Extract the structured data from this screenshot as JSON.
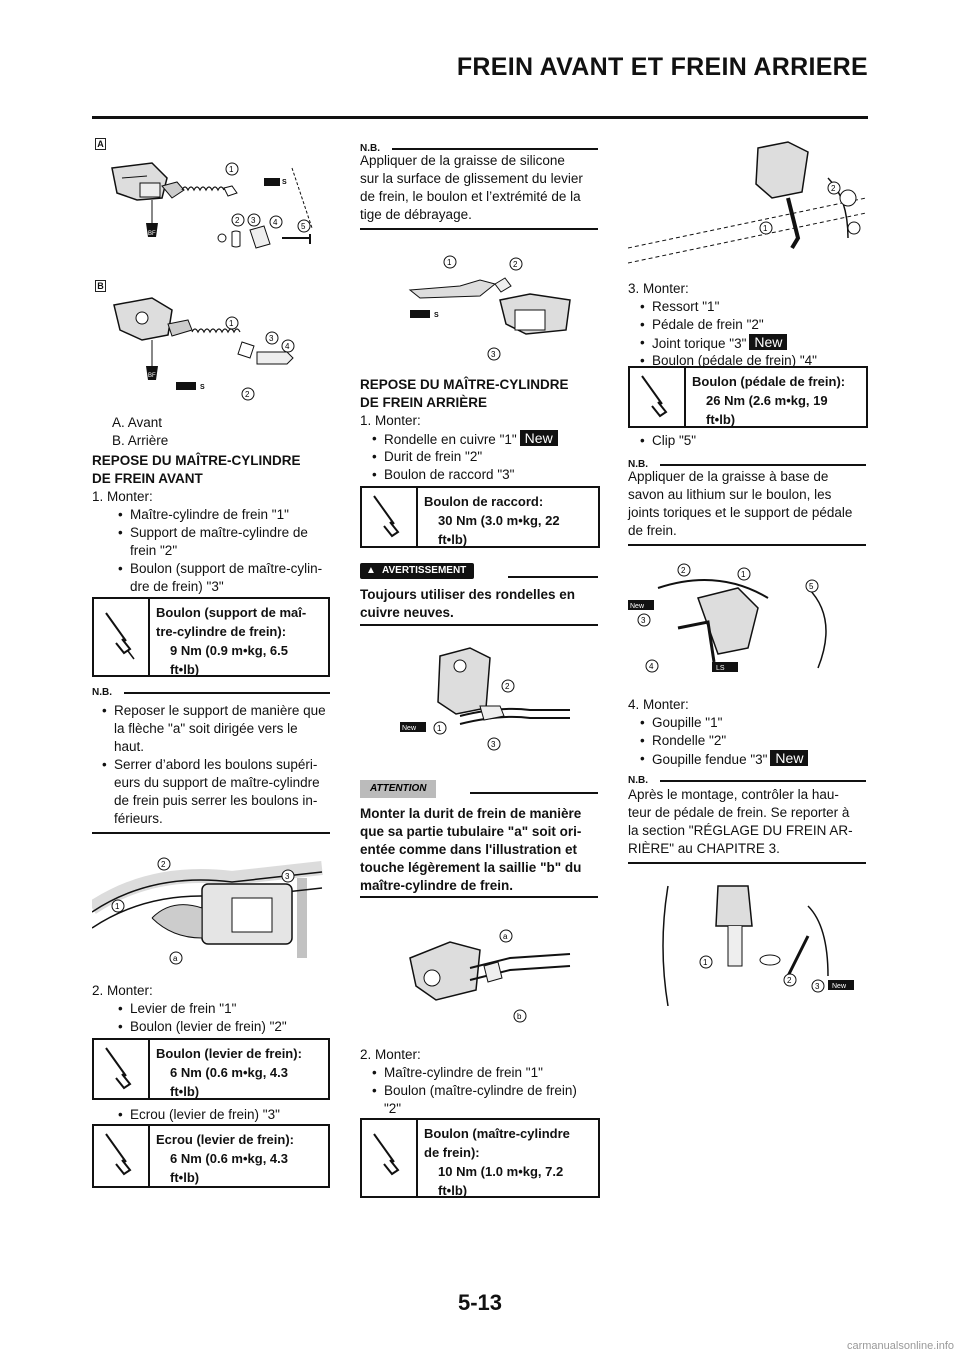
{
  "header": {
    "title": "FREIN AVANT ET FREIN ARRIERE"
  },
  "page_number": "5-13",
  "watermark": "carmanualsonline.info",
  "fig_letters": {
    "a": "A",
    "b": "B"
  },
  "col1": {
    "legend_a": "A.  Avant",
    "legend_b": "B.  Arrière",
    "heading": [
      "REPOSE DU MAÎTRE-CYLINDRE",
      "DE FREIN AVANT"
    ],
    "step1": "1.  Monter:",
    "step1_items": [
      "Maître-cylindre de frein \"1\"",
      "Support de maître-cylindre de",
      "frein \"2\"",
      "Boulon (support de maître-cylin-",
      "dre de frein) \"3\""
    ],
    "spec1": [
      "Boulon (support de maî-",
      "tre-cylindre de frein):",
      "9 Nm (0.9 m•kg, 6.5",
      "ft•lb)"
    ],
    "nb_label": "N.B.",
    "nb_items": [
      "Reposer le support de manière que",
      "la flèche \"a\" soit dirigée vers le",
      "haut.",
      "Serrer d’abord les boulons supéri-",
      "eurs du support de maître-cylindre",
      "de frein puis serrer les boulons in-",
      "férieurs."
    ],
    "step2": "2.  Monter:",
    "step2_items": [
      "Levier de frein \"1\"",
      "Boulon (levier de frein) \"2\""
    ],
    "spec2": [
      "Boulon (levier de frein):",
      "6 Nm (0.6 m•kg, 4.3",
      "ft•lb)"
    ],
    "step2_item3": "Ecrou (levier de frein) \"3\"",
    "spec3": [
      "Ecrou (levier de frein):",
      "6 Nm (0.6 m•kg, 4.3",
      "ft•lb)"
    ]
  },
  "col2": {
    "nb_label": "N.B.",
    "nb_text": [
      "Appliquer de la graisse de silicone",
      "sur la surface de glissement du levier",
      "de frein, le boulon et l’extrémité de la",
      "tige de débrayage."
    ],
    "heading": [
      "REPOSE DU MAÎTRE-CYLINDRE",
      "DE FREIN ARRIÈRE"
    ],
    "step1": "1.  Monter:",
    "step1_items": [
      "Rondelle en cuivre \"1\"",
      "Durit de frein \"2\"",
      "Boulon de raccord \"3\""
    ],
    "new": "New",
    "spec1": [
      "Boulon de raccord:",
      "30 Nm (3.0 m•kg, 22",
      "ft•lb)"
    ],
    "warning_label": "AVERTISSEMENT",
    "warning_text": [
      "Toujours utiliser des rondelles en",
      "cuivre neuves."
    ],
    "attention_label": "ATTENTION",
    "attention_text": [
      "Monter la durit de frein de manière",
      "que sa partie tubulaire \"a\" soit ori-",
      "entée comme dans l'illustration et",
      "touche légèrement la saillie \"b\" du",
      "maître-cylindre de frein."
    ],
    "step2": "2.  Monter:",
    "step2_items": [
      "Maître-cylindre de frein \"1\"",
      "Boulon (maître-cylindre de frein)",
      "\"2\""
    ],
    "spec2": [
      "Boulon (maître-cylindre",
      "de frein):",
      "10 Nm (1.0 m•kg, 7.2",
      "ft•lb)"
    ]
  },
  "col3": {
    "step3": "3.  Monter:",
    "step3_items": [
      "Ressort \"1\"",
      "Pédale de frein \"2\"",
      "Joint torique \"3\"",
      "Boulon (pédale de frein) \"4\""
    ],
    "new": "New",
    "spec1": [
      "Boulon (pédale de frein):",
      "26 Nm (2.6 m•kg, 19",
      "ft•lb)"
    ],
    "step3_item5": "Clip \"5\"",
    "nb_label": "N.B.",
    "nb_text": [
      "Appliquer de la graisse à base de",
      "savon au lithium sur le boulon, les",
      "joints toriques et le support de pédale",
      "de frein."
    ],
    "step4": "4.  Monter:",
    "step4_items": [
      "Goupille \"1\"",
      "Rondelle \"2\"",
      "Goupille fendue \"3\""
    ],
    "nb2_label": "N.B.",
    "nb2_text": [
      "Après le montage, contrôler la hau-",
      "teur de pédale de frein. Se reporter à",
      "la section \"RÉGLAGE DU FREIN AR-",
      "RIÈRE\" au CHAPITRE 3."
    ]
  },
  "fig_labels": {
    "new_tag": "New",
    "grease_bf": "BF",
    "grease_s": "S",
    "grease_ls": "LS",
    "n1": "1",
    "n2": "2",
    "n3": "3",
    "n4": "4",
    "n5": "5",
    "la": "a",
    "lb": "b"
  }
}
